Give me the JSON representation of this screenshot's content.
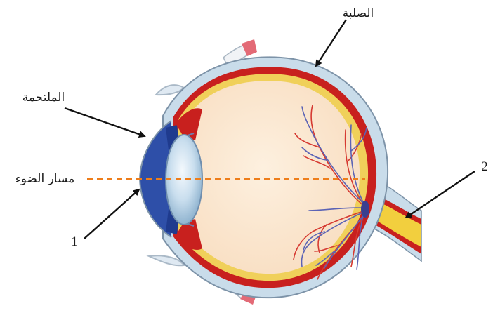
{
  "labels": {
    "sclera": "الصلبة",
    "conjunctiva": "الملتحمة",
    "light_path": "مسار الضوء",
    "marker_1": "1",
    "marker_2": "2"
  },
  "colors": {
    "sclera_outer": "#c9dcea",
    "choroid": "#c8201e",
    "retina": "#f0d05a",
    "vitreous": "#fbe6cc",
    "iris": "#2e4fa8",
    "lens": "#c4dced",
    "light_path": "#ee7d1a",
    "vessel_red": "#d63a32",
    "vessel_blue": "#5b63b5",
    "nerve": "#f2cf3e",
    "muscle": "#e8838b"
  }
}
